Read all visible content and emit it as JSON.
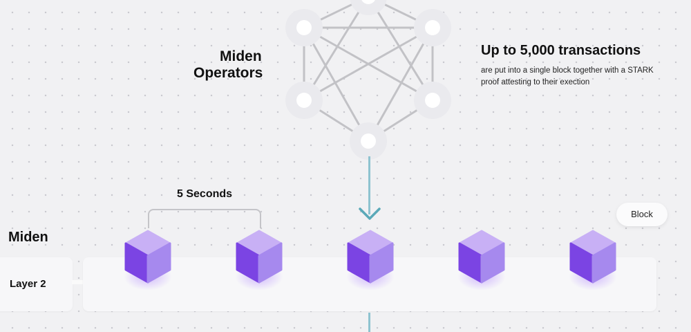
{
  "operators": {
    "title_line1": "Miden",
    "title_line2": "Operators"
  },
  "transactions": {
    "title": "Up to 5,000 transactions",
    "description": "are put into a single block together with a STARK proof attesting to their exection"
  },
  "interval_label": "5 Seconds",
  "chain": {
    "name": "Miden",
    "layer_label": "Layer 2",
    "block_label": "Block",
    "block_count": 5
  },
  "colors": {
    "cube_top": "#c8b0f5",
    "cube_left": "#7b44e3",
    "cube_right": "#a689ee",
    "arrow": "#5aa9b8",
    "network_line": "#c2c2c6"
  },
  "icons": {
    "arrow": "chevron-down-icon",
    "block": "cube-icon",
    "node": "circle-node-icon"
  }
}
